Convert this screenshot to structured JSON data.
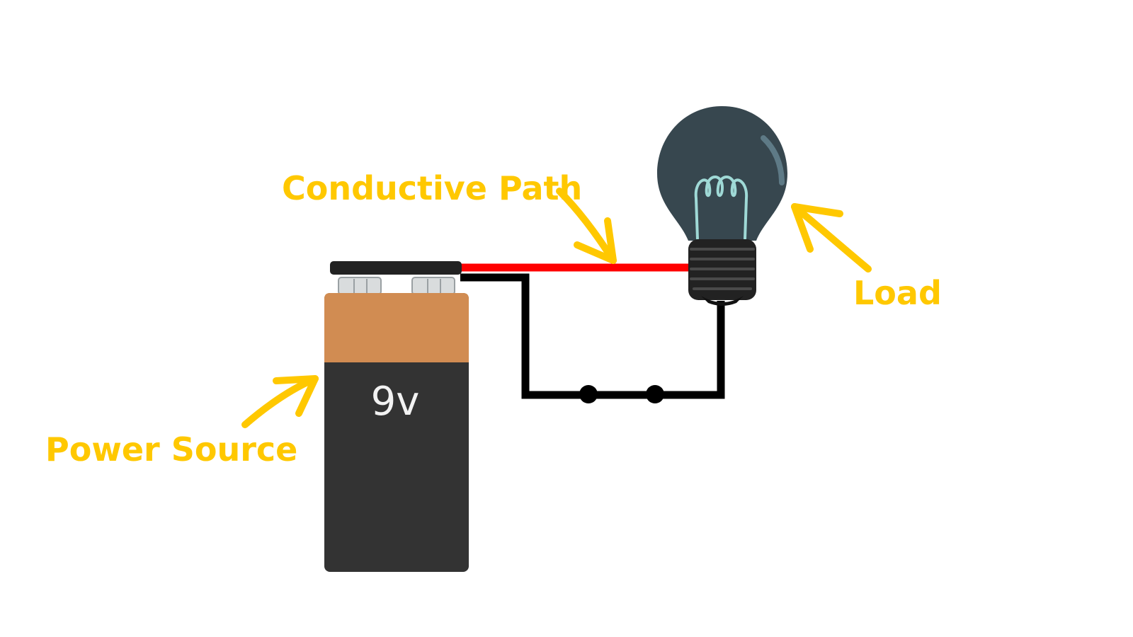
{
  "labels": {
    "conductive_path": "Conductive Path",
    "load": "Load",
    "power_source": "Power Source"
  },
  "battery": {
    "voltage_label": "9v"
  },
  "colors": {
    "label": "#ffc800",
    "wire_positive": "#ff0000",
    "wire_negative": "#000000",
    "battery_top": "#d18c52",
    "battery_body": "#333333",
    "bulb_glass": "#37474f",
    "filament": "#9fd9d6",
    "bulb_base": "#222222"
  },
  "icons": {
    "battery": "battery-9v-icon",
    "bulb": "light-bulb-icon",
    "switch": "switch-icon"
  }
}
